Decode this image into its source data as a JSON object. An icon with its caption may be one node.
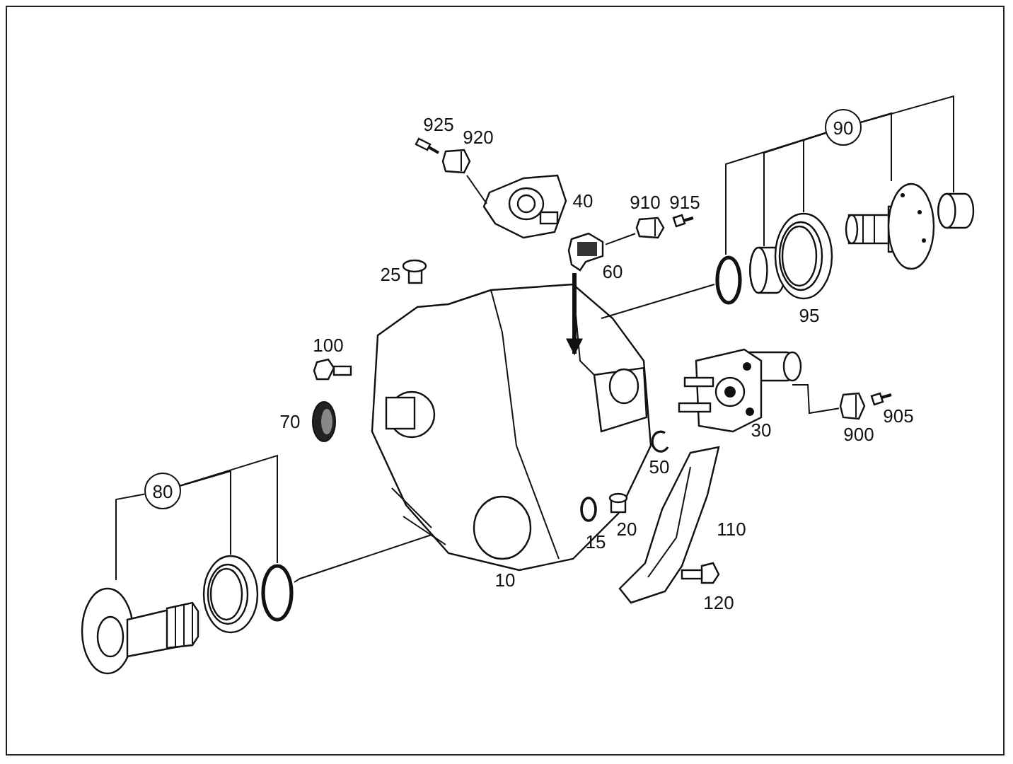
{
  "diagram": {
    "nodes": [
      {
        "text": [
          "90"
        ]
      },
      {
        "text": [
          "80"
        ]
      },
      {
        "text": [],
        "shape": "picture"
      },
      {
        "text": [],
        "shape": "picture"
      },
      {
        "text": [],
        "shape": "picture"
      },
      {
        "text": [],
        "shape": "picture"
      },
      {
        "text": [],
        "shape": "picture"
      },
      {
        "text": [],
        "shape": "picture"
      },
      {
        "text": [],
        "shape": "picture"
      },
      {
        "text": [],
        "shape": "picture"
      },
      {
        "text": [],
        "shape": "picture"
      },
      {
        "text": [],
        "shape": "picture"
      },
      {
        "text": [],
        "shape": "picture"
      },
      {
        "text": [],
        "shape": "picture"
      },
      {
        "text": [],
        "shape": "picture"
      },
      {
        "text": [],
        "shape": "picture"
      },
      {
        "text": [],
        "shape": "picture"
      }
    ],
    "edges": [
      {
        "from": 0,
        "to": 2,
        "arrow": "none"
      },
      {
        "from": 0,
        "to": 3,
        "arrow": "none"
      },
      {
        "from": 0,
        "to": 4,
        "arrow": "none"
      },
      {
        "from": 0,
        "to": 5,
        "arrow": "none"
      },
      {
        "from": 0,
        "to": 6,
        "arrow": "none"
      },
      {
        "from": 1,
        "to": 7,
        "arrow": "none"
      },
      {
        "from": 1,
        "to": 8,
        "arrow": "none"
      },
      {
        "from": 1,
        "to": 9,
        "arrow": "none"
      },
      {
        "from": 9,
        "to": 10,
        "arrow": "none"
      },
      {
        "from": 2,
        "to": 10,
        "arrow": "none"
      },
      {
        "from": 13,
        "to": 12,
        "arrow": "none"
      },
      {
        "from": 14,
        "to": 11,
        "arrow": "none"
      },
      {
        "from": 16,
        "to": 15,
        "arrow": "none"
      },
      {
        "from": 11,
        "to": 10,
        "arrow": "to",
        "style": "thick"
      }
    ],
    "labels": [
      "925",
      "920",
      "40",
      "910",
      "915",
      "25",
      "60",
      "95",
      "100",
      "905",
      "70",
      "30",
      "900",
      "50",
      "20",
      "110",
      "15",
      "10",
      "120"
    ]
  }
}
